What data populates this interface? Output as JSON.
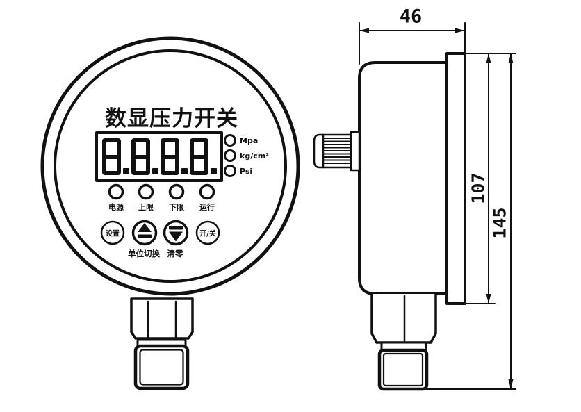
{
  "front_view": {
    "title": "数显压力开关",
    "display_value": "8.8.8.8.",
    "unit_indicators": [
      {
        "label": "Mpa"
      },
      {
        "label": "kg/cm²"
      },
      {
        "label": "Psi"
      }
    ],
    "status_leds": [
      {
        "label": "电源"
      },
      {
        "label": "上限"
      },
      {
        "label": "下限"
      },
      {
        "label": "运行"
      }
    ],
    "buttons": [
      {
        "label": "设置"
      },
      {
        "icon": "up-arrow",
        "sublabel": "单位切换"
      },
      {
        "icon": "down-arrow",
        "sublabel": "清零"
      },
      {
        "label": "开/关"
      }
    ]
  },
  "side_view": {
    "dimensions": {
      "depth": "46",
      "body_height": "107",
      "total_height": "145"
    }
  },
  "colors": {
    "ink": "#111111",
    "background": "#ffffff"
  }
}
